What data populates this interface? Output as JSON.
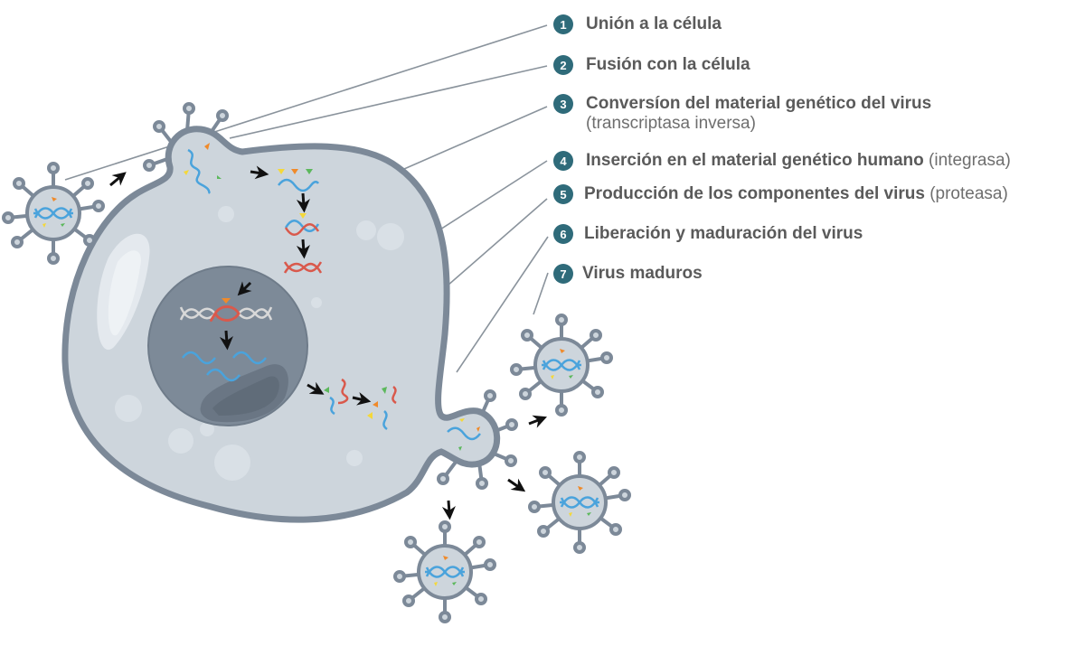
{
  "title": "Ciclo de vida del VIH",
  "colors": {
    "badge": "#2f6b7a",
    "cell_fill": "#cdd5dc",
    "cell_outline": "#7c8998",
    "nucleus_fill": "#7d8a98",
    "leader_line": "#8a939c",
    "rna_blue": "#4aa3dc",
    "dna_red": "#d9594c",
    "human_dna": "#d8d8d8",
    "enzyme_yellow": "#f4d83a",
    "enzyme_orange": "#f08a2a",
    "enzyme_green": "#5cb85c"
  },
  "legend": {
    "steps": [
      {
        "number": "1",
        "title": "Unión a la célula",
        "note": ""
      },
      {
        "number": "2",
        "title": "Fusión con la célula",
        "note": ""
      },
      {
        "number": "3",
        "title": "Conversíon del material genético del virus",
        "note": "(transcriptasa inversa)"
      },
      {
        "number": "4",
        "title": "Inserción en el material genético humano",
        "note": "(integrasa)"
      },
      {
        "number": "5",
        "title": "Producción de los componentes del virus",
        "note": "(proteasa)"
      },
      {
        "number": "6",
        "title": "Liberación y maduración del virus",
        "note": ""
      },
      {
        "number": "7",
        "title": "Virus maduros",
        "note": ""
      }
    ]
  }
}
